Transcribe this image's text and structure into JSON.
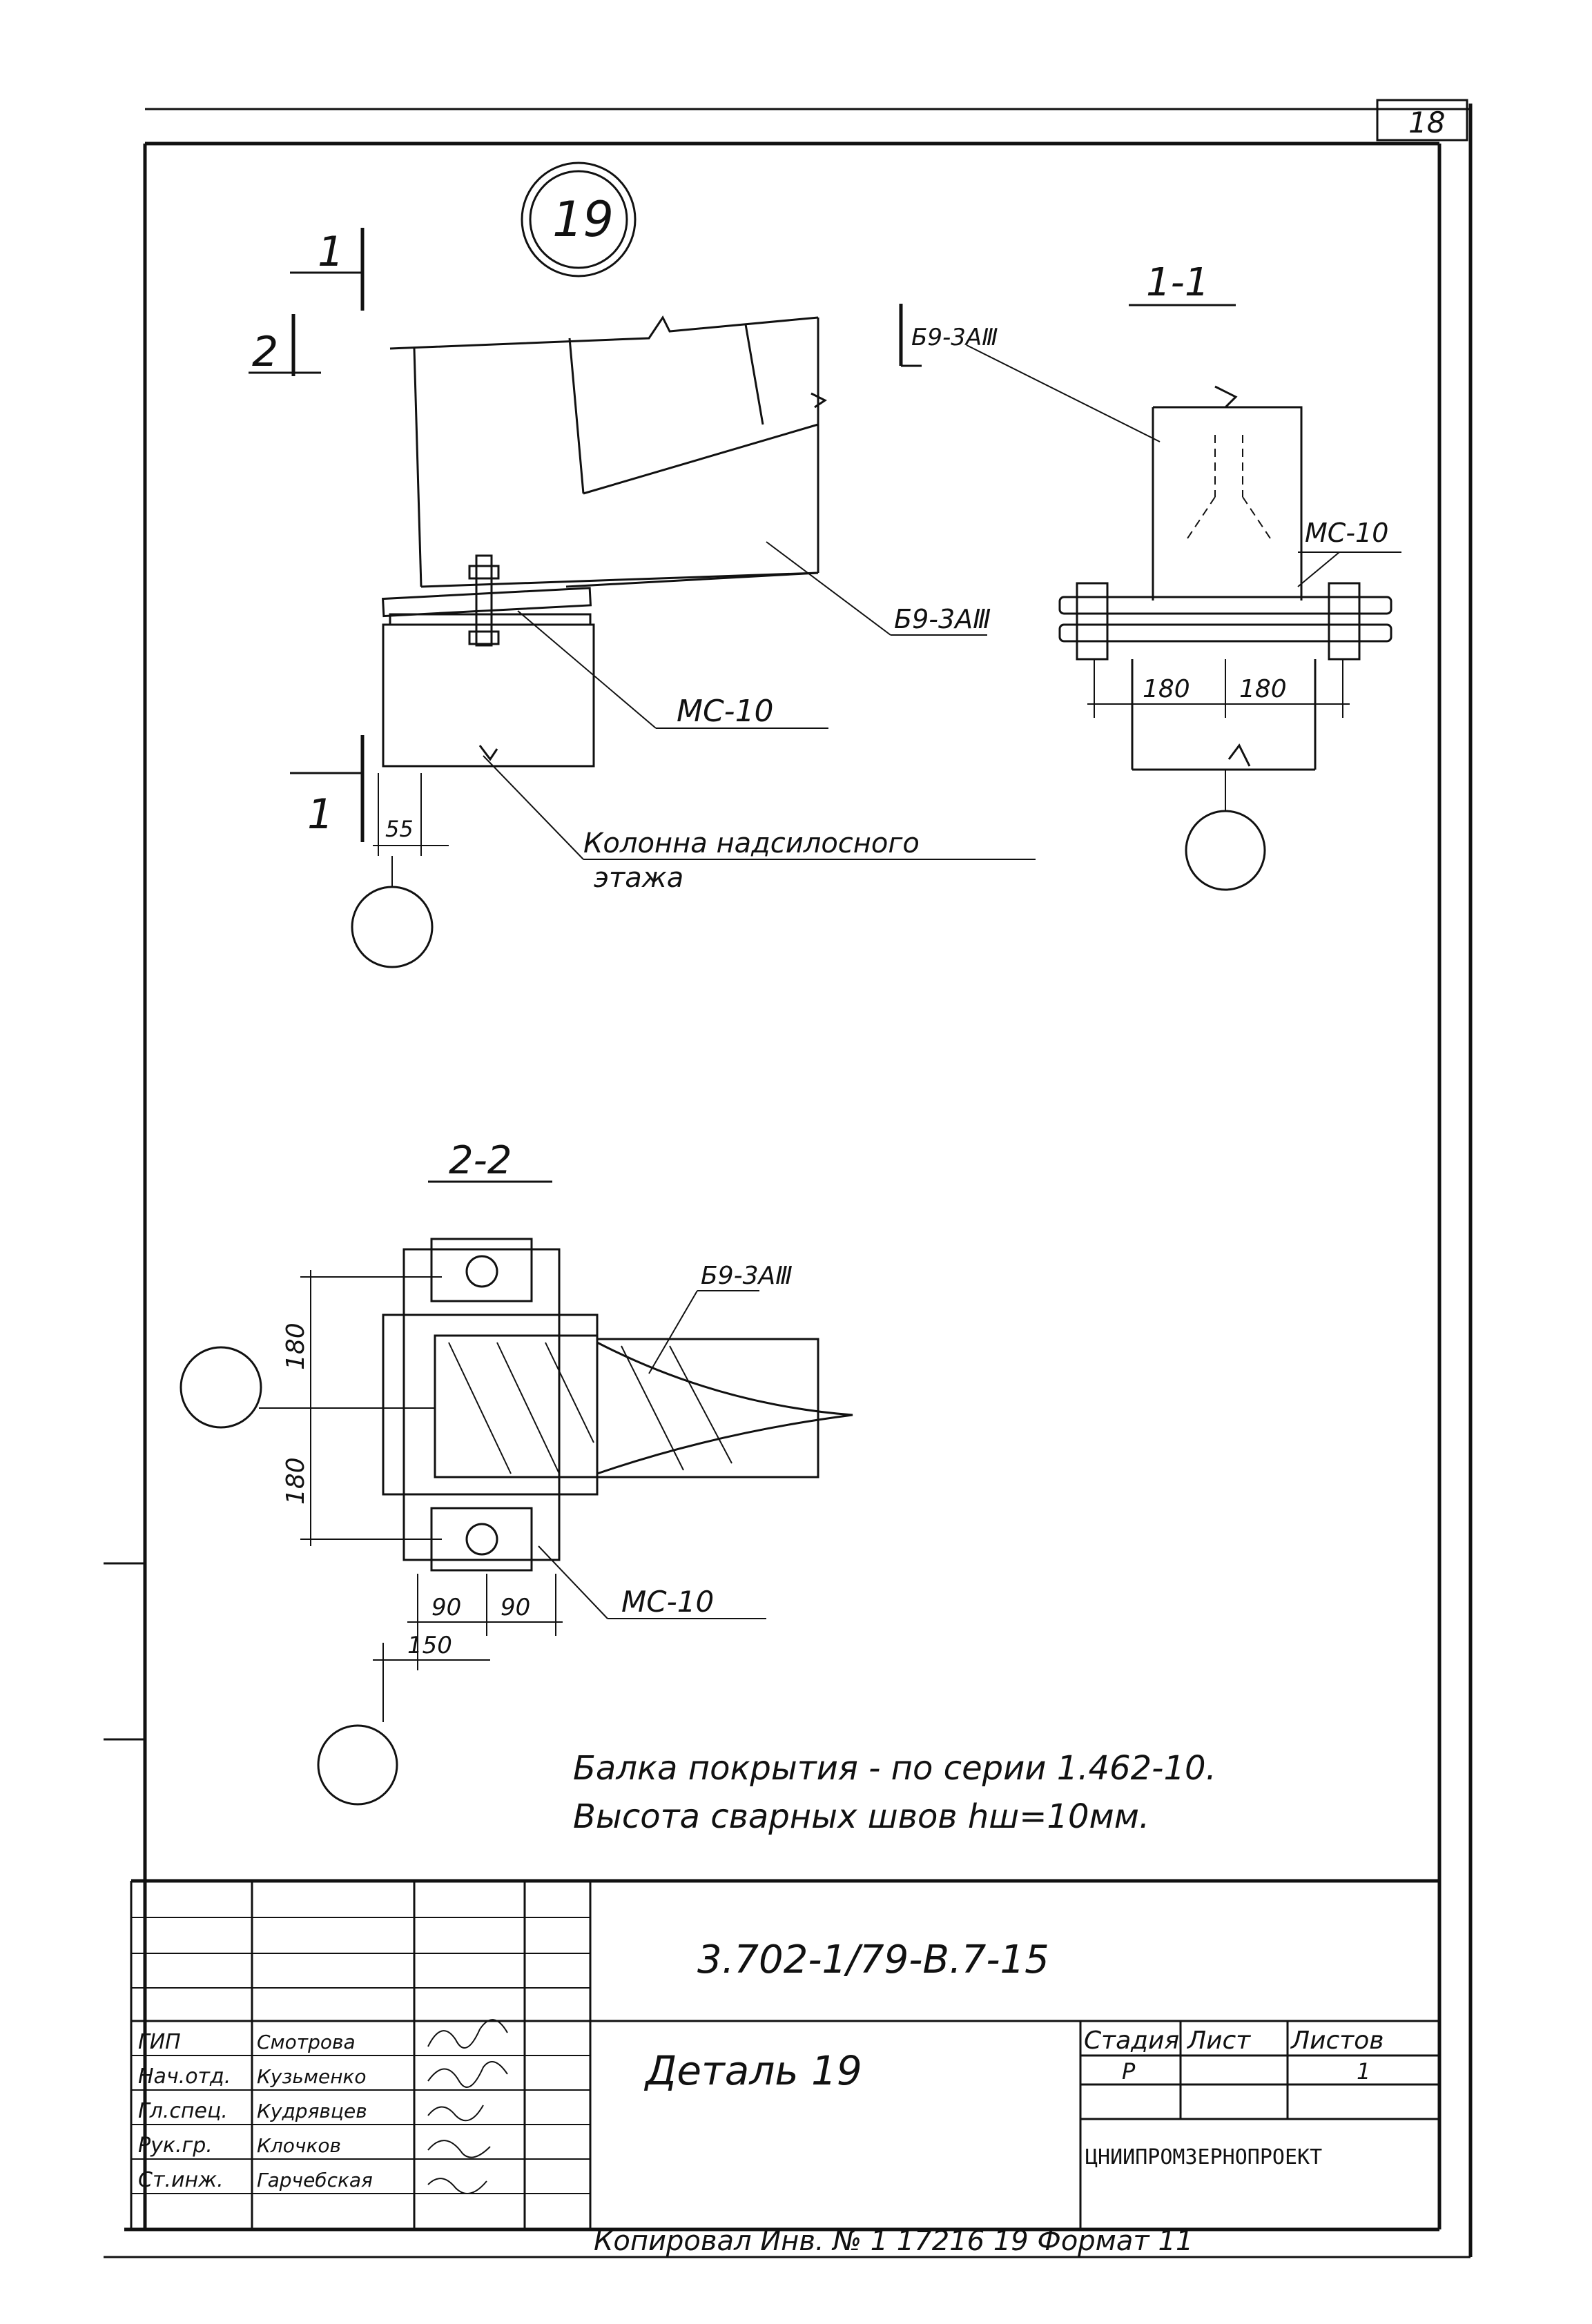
{
  "sheet_number": "18",
  "detail_marker": "19",
  "sections": {
    "s1_label": "1",
    "s2_label": "2",
    "s1_bottom": "1",
    "s11_title": "1-1",
    "s22_title": "2-2"
  },
  "labels": {
    "beam_mark": "Б9-3АⅢ",
    "beam_mark_short": "Б9-3А",
    "plate_mark": "МС-10",
    "column_line1": "Колонна надсилосного",
    "column_line2": "этажа",
    "dim_55": "55",
    "dim_180": "180",
    "dim_90": "90",
    "dim_150": "150"
  },
  "notes": {
    "line1": "Балка покрытия - по серии 1.462-10.",
    "line2": "Высота сварных швов hш=10мм."
  },
  "title_block": {
    "code": "3.702-1/79-В.7-15",
    "title": "Деталь 19",
    "stage_header": "Стадия",
    "sheet_header": "Лист",
    "sheets_header": "Листов",
    "stage_value": "Р",
    "sheets_value": "1",
    "org": "ЦНИИПРОМЗЕРНОПРОЕКТ",
    "roles": [
      "ГИП",
      "Нач.отд.",
      "Гл.спец.",
      "Рук.гр.",
      "Ст.инж."
    ],
    "names": [
      "Смотрова",
      "Кузьменко",
      "Кудрявцев",
      "Клочков",
      "Гарчебская"
    ],
    "footer": "Копировал          Инв. № 1  17216  19  Формат 11"
  }
}
